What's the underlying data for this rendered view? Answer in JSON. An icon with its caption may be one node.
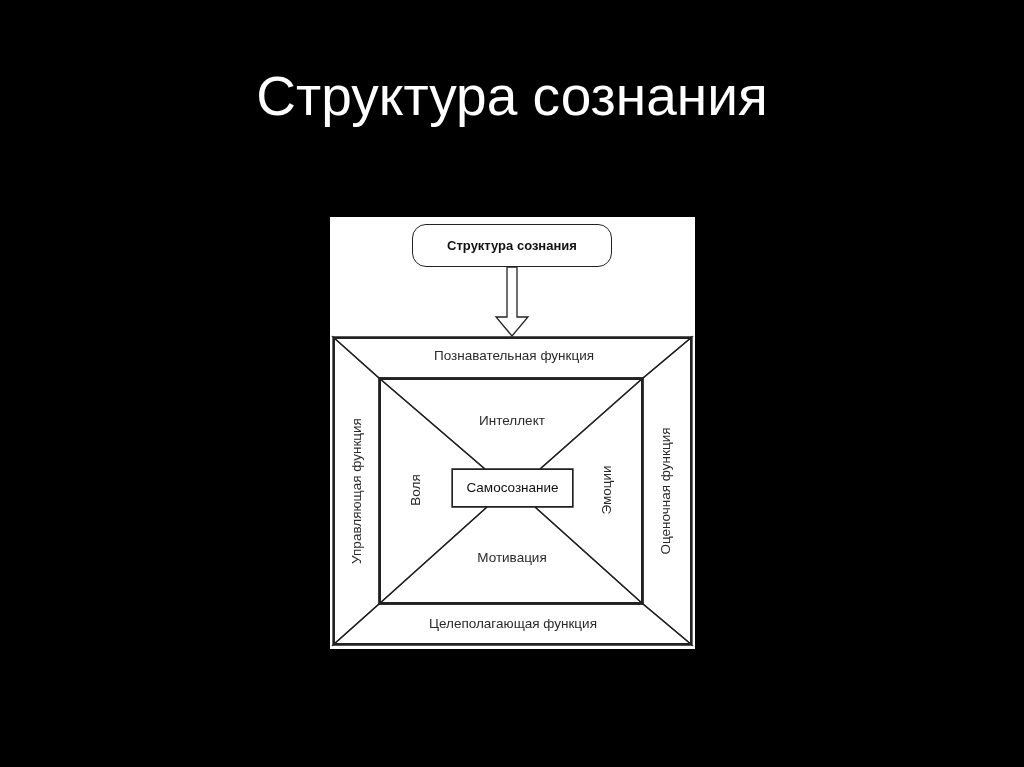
{
  "diagram": {
    "title": "Структура сознания",
    "nodes": [
      {
        "text": [
          "Структура сознания"
        ]
      },
      {
        "text": [],
        "shape": "box"
      },
      {
        "text": [
          "Познавательная функция"
        ],
        "in": 1
      },
      {
        "text": [
          "Управляющая функция"
        ],
        "in": 1
      },
      {
        "text": [
          "Оценочная функция"
        ],
        "in": 1
      },
      {
        "text": [
          "Целеполагающая функция"
        ],
        "in": 1
      },
      {
        "text": [],
        "shape": "box",
        "in": 1
      },
      {
        "text": [
          "Интеллект"
        ],
        "in": 6
      },
      {
        "text": [
          "Воля"
        ],
        "in": 6
      },
      {
        "text": [
          "Самосознание"
        ],
        "in": 6
      },
      {
        "text": [
          "Эмоции"
        ],
        "in": 6
      },
      {
        "text": [
          "Мотивация"
        ],
        "in": 6
      }
    ],
    "edges": [
      {
        "from": 0,
        "to": 1,
        "arrow": "to"
      }
    ]
  }
}
